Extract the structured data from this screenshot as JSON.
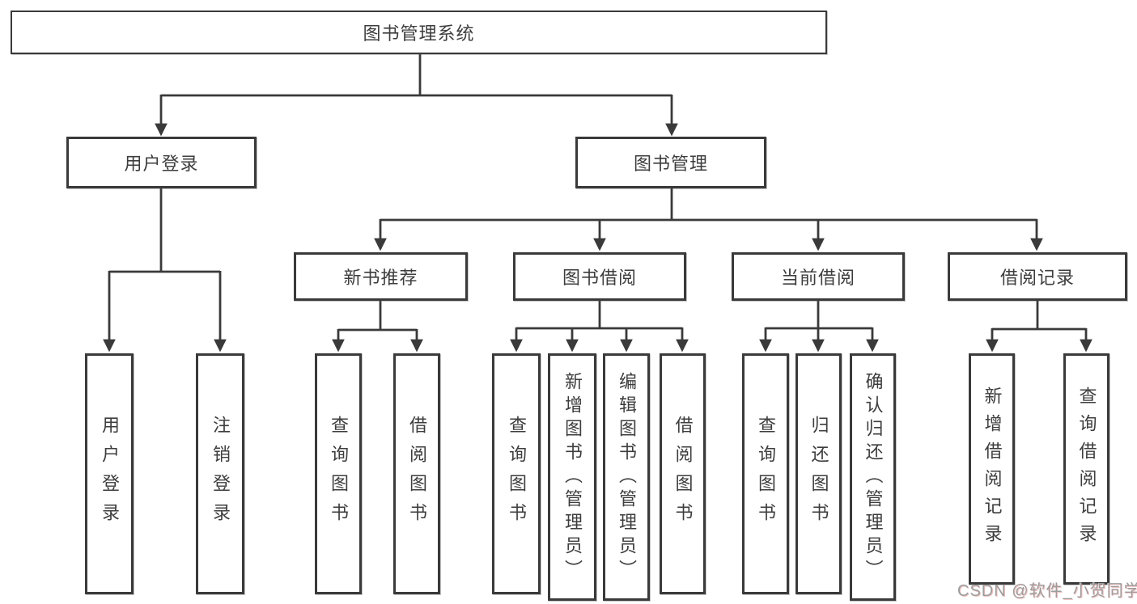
{
  "diagram": {
    "root": {
      "label": "图书管理系统"
    },
    "level2": [
      {
        "label": "用户登录"
      },
      {
        "label": "图书管理"
      }
    ],
    "level3": [
      {
        "label": "新书推荐"
      },
      {
        "label": "图书借阅"
      },
      {
        "label": "当前借阅"
      },
      {
        "label": "借阅记录"
      }
    ],
    "leaves": [
      {
        "label": "用户登录"
      },
      {
        "label": "注销登录"
      },
      {
        "label": "查询图书"
      },
      {
        "label": "借阅图书"
      },
      {
        "label": "查询图书"
      },
      {
        "label": "新增图书（管理员）"
      },
      {
        "label": "编辑图书（管理员）"
      },
      {
        "label": "借阅图书"
      },
      {
        "label": "查询图书"
      },
      {
        "label": "归还图书"
      },
      {
        "label": "确认归还（管理员）"
      },
      {
        "label": "新增借阅记录"
      },
      {
        "label": "查询借阅记录"
      }
    ]
  },
  "watermark": {
    "text": "CSDN @软件_小贺同学"
  },
  "colors": {
    "line": "#3a3a3a",
    "text": "#3d3d3d",
    "background": "#ffffff",
    "watermark": "#9d9d9d"
  }
}
